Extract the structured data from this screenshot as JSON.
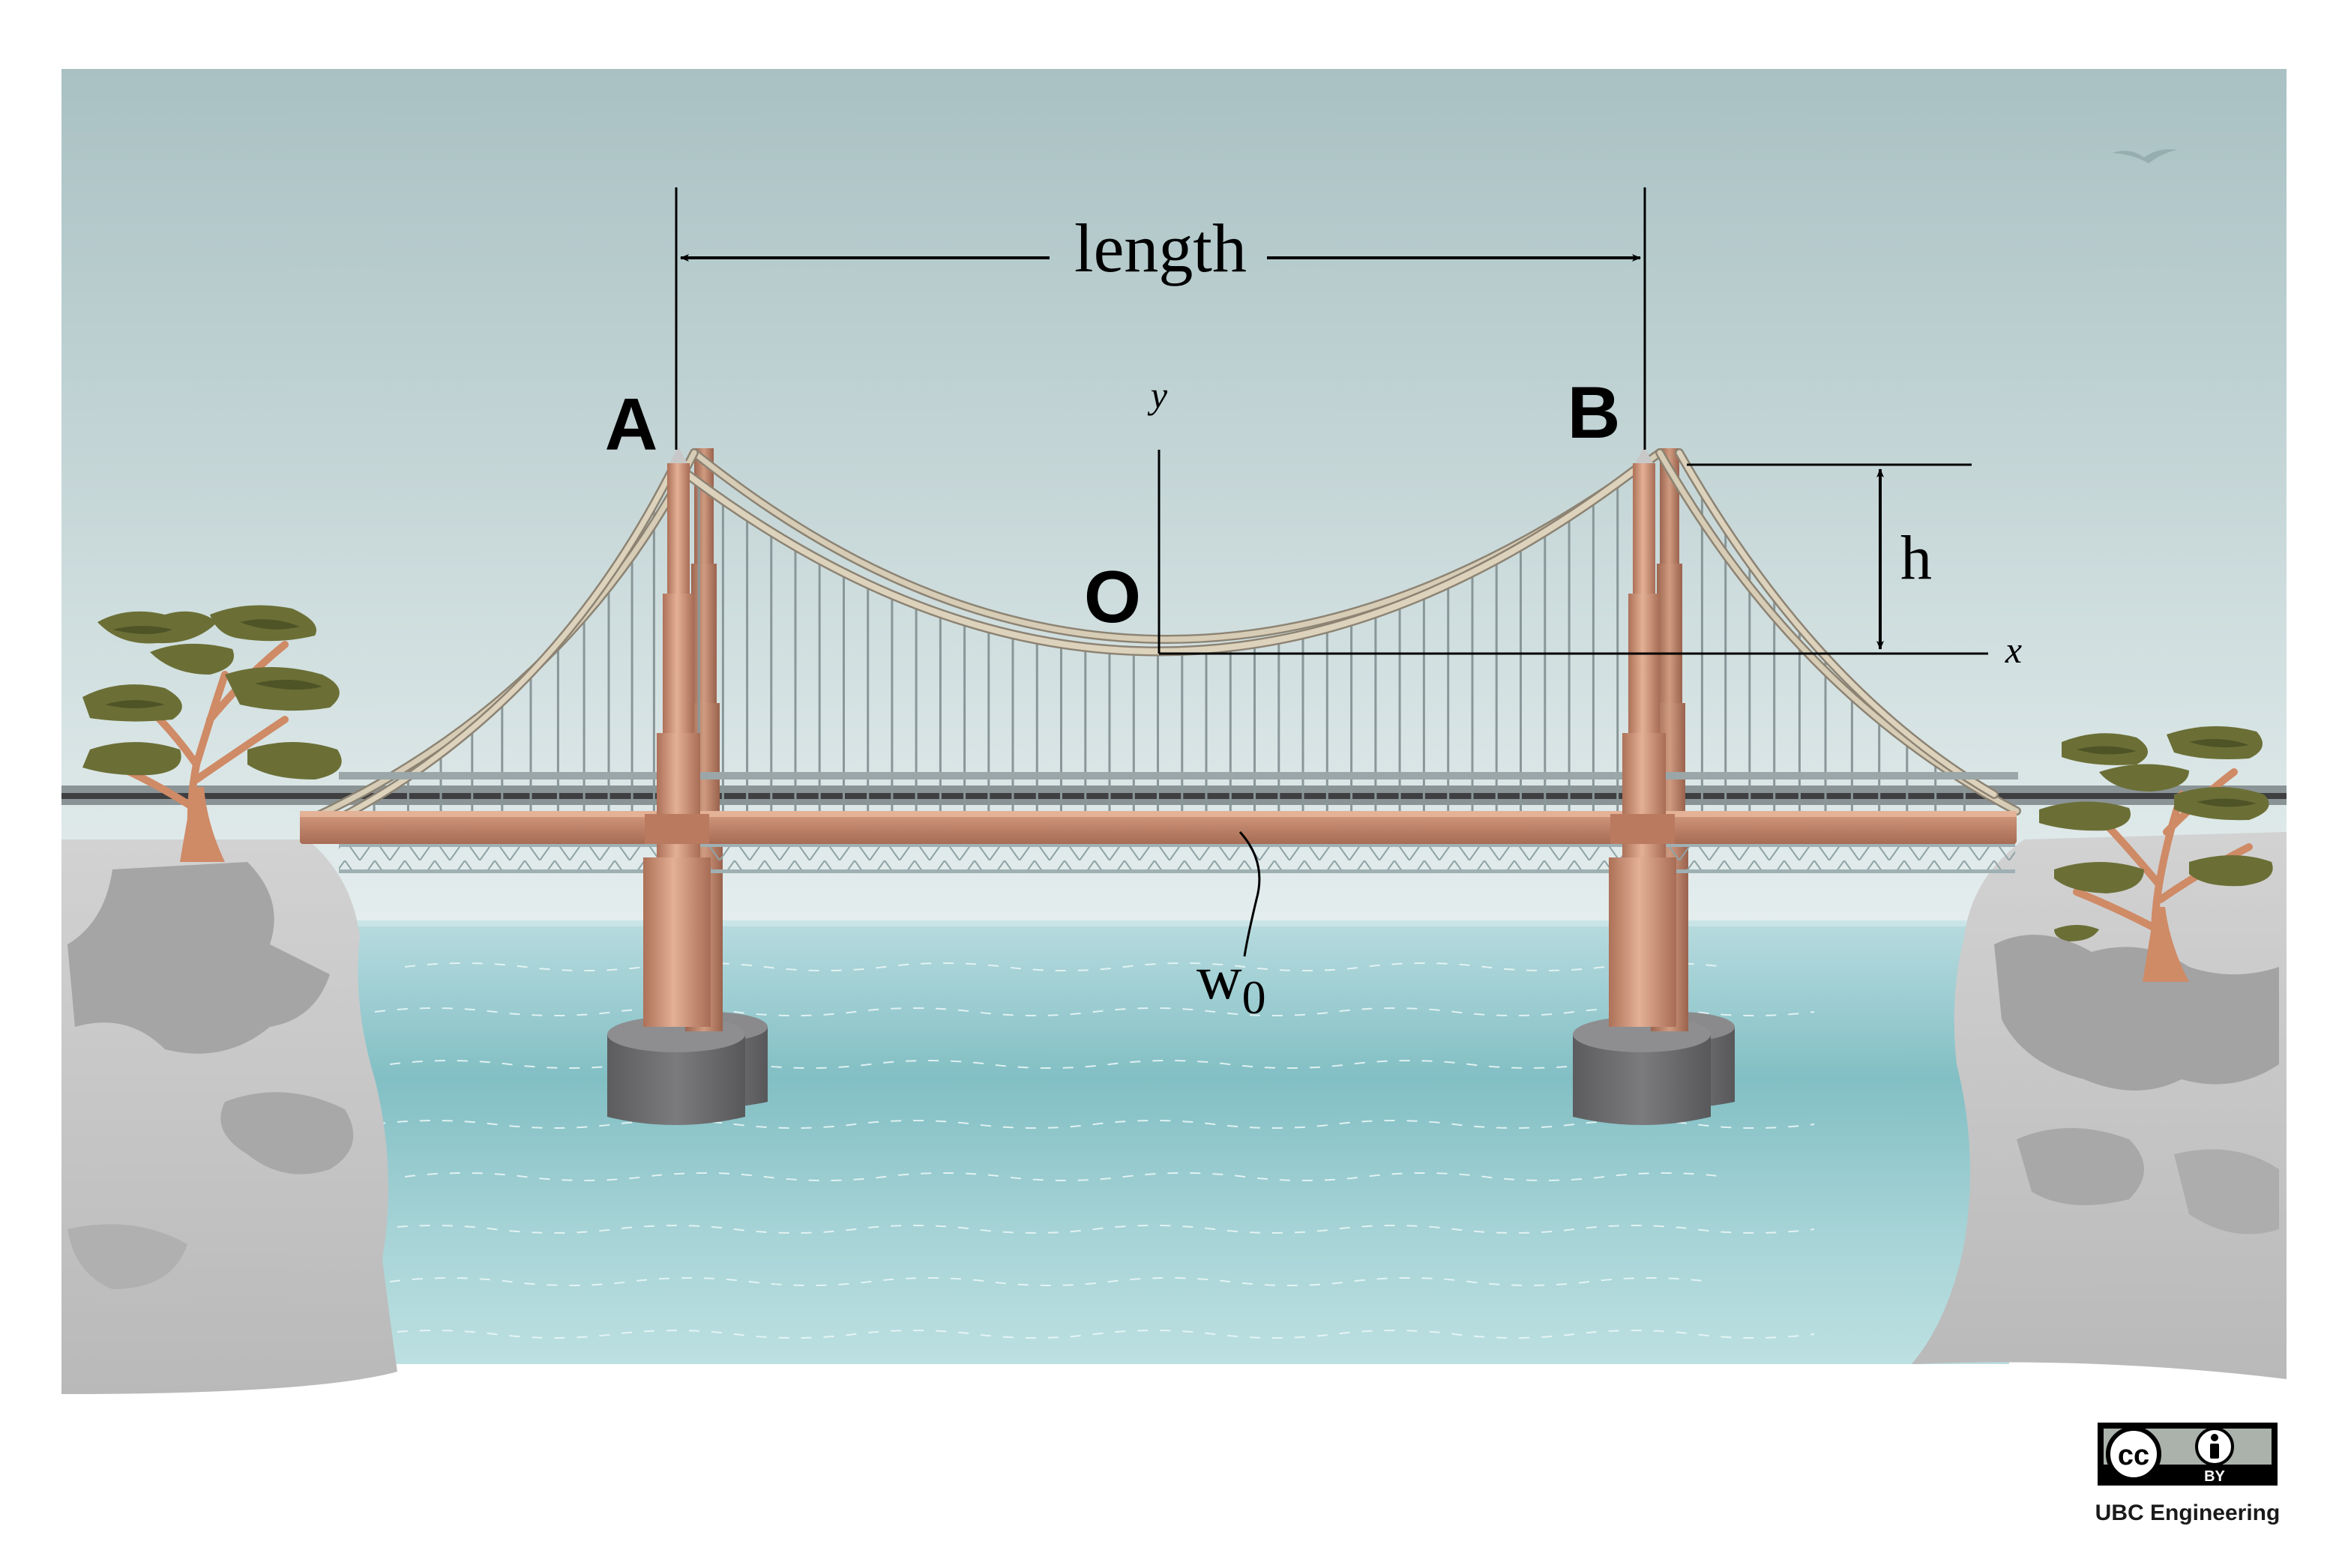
{
  "labels": {
    "length": "length",
    "point_a": "A",
    "point_b": "B",
    "origin": "O",
    "height": "h",
    "axis_x": "x",
    "axis_y": "y",
    "load_base": "w",
    "load_sub": "0"
  },
  "license": {
    "cc": "cc",
    "by": "BY",
    "credit": "UBC Engineering"
  },
  "colors": {
    "sky_top": "#a9c1c3",
    "sky_bottom": "#e3ecec",
    "water_top": "#b5dade",
    "water_mid": "#86c1c6",
    "water_bottom": "#b9dfe1",
    "tower": "#c58a6e",
    "tower_light": "#e1ad92",
    "tower_dark": "#9c6650",
    "cable": "#d8cdb7",
    "cable_edge": "#8e8576",
    "hanger": "#8e9a9c",
    "pier": "#6e6e70",
    "rock": "#cacaca",
    "rock_shade": "#a3a3a3",
    "foliage": "#6a6e35",
    "foliage_dark": "#4d5226",
    "trunk": "#cf8a66",
    "ink": "#000000"
  },
  "icons": [
    "cc-icon",
    "attribution-person-icon"
  ]
}
